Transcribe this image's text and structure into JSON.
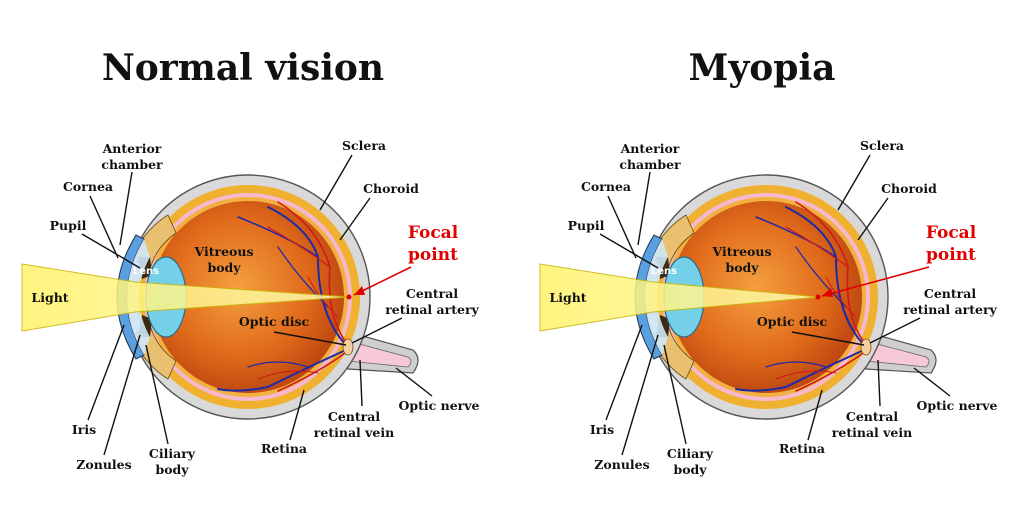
{
  "titles": {
    "left": "Normal vision",
    "right": "Myopia"
  },
  "labels": {
    "anterior_chamber_1": "Anterior",
    "anterior_chamber_2": "chamber",
    "cornea": "Cornea",
    "pupil": "Pupil",
    "lens": "Lens",
    "vitreous_1": "Vitreous",
    "vitreous_2": "body",
    "light": "Light",
    "sclera": "Sclera",
    "choroid": "Choroid",
    "focal_1": "Focal",
    "focal_2": "point",
    "central_artery_1": "Central",
    "central_artery_2": "retinal artery",
    "optic_disc": "Optic disc",
    "optic_nerve": "Optic nerve",
    "central_vein_1": "Central",
    "central_vein_2": "retinal vein",
    "retina": "Retina",
    "iris": "Iris",
    "zonules": "Zonules",
    "ciliary_1": "Ciliary",
    "ciliary_2": "body"
  },
  "colors": {
    "sclera": "#d6d6d6",
    "choroid": "#f2b233",
    "vitreous": "#e0701c",
    "light_beam": "#fff36a",
    "lens": "#7fd3ea",
    "cornea": "#6aa8e0",
    "focal_text": "#e00000",
    "artery": "#d01818",
    "vein": "#1a2aa8"
  }
}
